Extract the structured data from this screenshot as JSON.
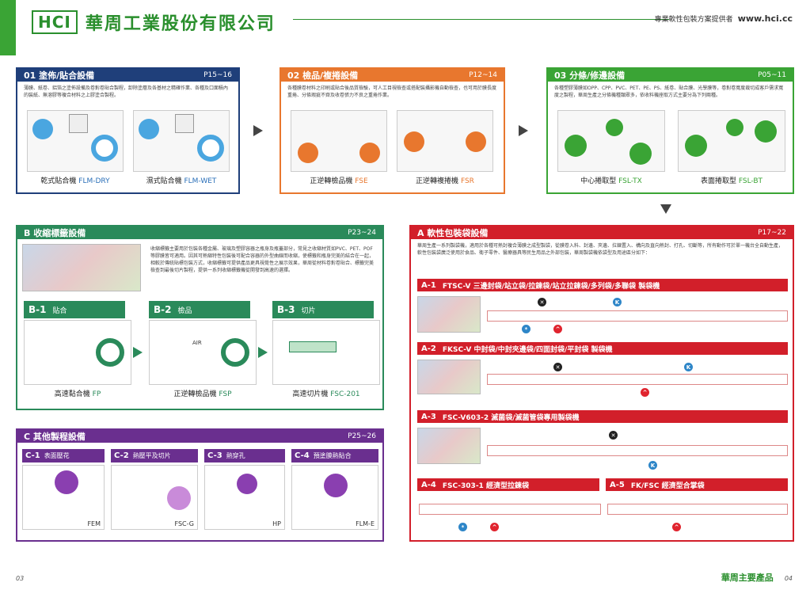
{
  "header": {
    "logo_mark": "HCI",
    "company": "華周工業股份有限公司",
    "tagline": "專業軟性包裝方案提供者",
    "url": "www.hci.cc"
  },
  "p01": {
    "num": "01",
    "title": "塗佈/貼合設備",
    "pages": "P15~16",
    "desc": "薄膜、紙卷、鋁箔之塗佈設備及卷對卷貼合製程，卸除塗層及各基材之精確作業、各種及口面積內的裝紙、無溶膠等複合材料之上膠塗合製程。",
    "cap1a": "乾式貼合機",
    "cap1b": "FLM-DRY",
    "cap2a": "濕式貼合機",
    "cap2b": "FLM-WET"
  },
  "p02": {
    "num": "02",
    "title": "檢品/複捲設備",
    "pages": "P12~14",
    "desc": "各種膜卷材料之印刷或貼合後品質檢驗，可人工目視檢查或搭配裝攝影機自動檢查，也可用於膜長度重捲、分條瑕疵不齊及收卷張力不良之重捲作業。",
    "cap1a": "正逆轉檢品機",
    "cap1b": "FSE",
    "cap2a": "正逆轉複捲機",
    "cap2b": "FSR"
  },
  "p03": {
    "num": "03",
    "title": "分條/修邊設備",
    "pages": "P05~11",
    "desc": "各種塑膠薄膜如OPP、CPP、PVC、PET、PE、PS、紙卷、貼合膜、光學膜等，卷對卷寬度裁切成客戶需求寬度之製程，華周生產之分條機種類眾多，依收料機座取方式主要分為下列兩種。",
    "cap1a": "中心捲取型",
    "cap1b": "FSL-TX",
    "cap2a": "表面捲取型",
    "cap2b": "FSL-BT"
  },
  "pB": {
    "num": "B",
    "title": "收縮標籤設備",
    "pages": "P23~24",
    "desc": "收縮標籤主要用於包裝各種金屬、玻璃及塑膠容器之瓶身及瓶蓋部分，常見之收縮材質如PVC、PET、POF等膠膜皆可適用。因其可熱縮特性包裝後可配合容器的外型曲線而收縮，使標籤和瓶身完美的結合在一起，相較於傳統貼標包裝方式，收縮標籤可提供產品更具視覺性之展示效果，華周從材料卷對卷貼合、標籤完美檢查到最後切片製程，提供一系列收縮標籤機從開發到高速的選擇。",
    "b1": {
      "code": "B-1",
      "name": "貼合",
      "capa": "高速黏合機",
      "capb": "FP"
    },
    "b2": {
      "code": "B-2",
      "name": "檢品",
      "capa": "正逆轉檢品機",
      "capb": "FSP",
      "air": "AIR"
    },
    "b3": {
      "code": "B-3",
      "name": "切片",
      "capa": "高速切片機",
      "capb": "FSC-201"
    }
  },
  "pC": {
    "num": "C",
    "title": "其他製程設備",
    "pages": "P25~26",
    "c1": {
      "code": "C-1",
      "name": "表面壓花",
      "model": "FEM"
    },
    "c2": {
      "code": "C-2",
      "name": "熱壓平及切片",
      "model": "FSC-G"
    },
    "c3": {
      "code": "C-3",
      "name": "熱穿孔",
      "model": "HP"
    },
    "c4": {
      "code": "C-4",
      "name": "預塗膜熱貼合",
      "model": "FLM-E"
    }
  },
  "pA": {
    "num": "A",
    "title": "軟性包裝袋設備",
    "pages": "P17~22",
    "desc": "華周生產一系列製袋機，適用於各種可熱封複合薄膜之成型製袋，從膜卷入料、封邊、夾邊、拉鍊置入、構向及直向熱封、打孔、切斷等，所有動作可於單一機台全自動生產，軟性包裝袋廣泛使用於食品、衛子零件、醫療器具等民生用品之外部包裝，華周製袋機依袋型及用途區分如下：",
    "a1": {
      "code": "A-1",
      "text": "FTSC-V 三邊封袋/站立袋/拉鍊袋/站立拉鍊袋/多列袋/多聯袋 製袋機"
    },
    "a2": {
      "code": "A-2",
      "text": "FKSC-V 中封袋/中封夾邊袋/四面封袋/平封袋 製袋機"
    },
    "a3": {
      "code": "A-3",
      "text": "FSC-V603-2 滅菌袋/滅菌管袋專用製袋機"
    },
    "a4": {
      "code": "A-4",
      "text": "FSC-303-1 經濟型拉鍊袋"
    },
    "a5": {
      "code": "A-5",
      "text": "FK/FSC 經濟型合掌袋"
    }
  },
  "footer": {
    "left": "03",
    "right_title": "華周主要產品",
    "right_page": "04"
  },
  "colors": {
    "green": "#3aa435",
    "blue": "#1f3f7a",
    "orange": "#e8772e",
    "teal": "#2a8a5a",
    "purple": "#6a2f8f",
    "red": "#d21f2a"
  }
}
